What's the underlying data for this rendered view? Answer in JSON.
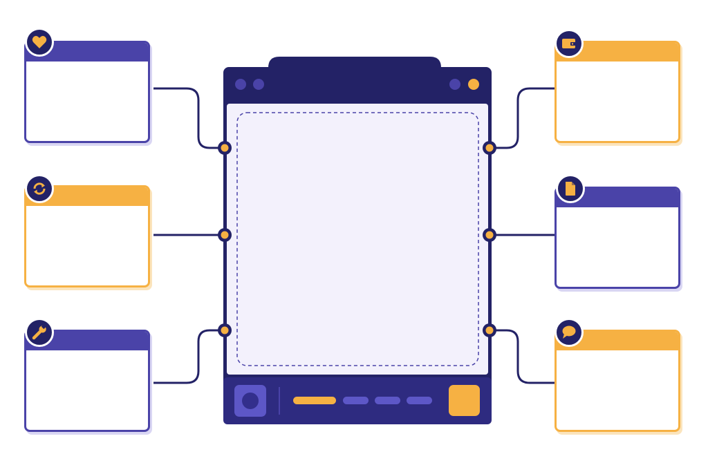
{
  "colors": {
    "navy": "#232266",
    "purple": "#4A43A8",
    "orange": "#F6B143",
    "panel": "#F3F1FC",
    "shadow_purple": "#D9D6F3",
    "shadow_orange": "#FBE4BC"
  },
  "center_device": {
    "window_dots": [
      "purple-dot",
      "purple-dot",
      "purple-dot",
      "orange-dot"
    ],
    "toolbar": {
      "home_icon": "circle-button-icon",
      "progress_segments": 4,
      "action_button": "orange-square-button"
    }
  },
  "connector_nodes": 6,
  "cards": [
    {
      "id": "top-left",
      "accent": "purple",
      "icon": "heart-icon"
    },
    {
      "id": "middle-left",
      "accent": "orange",
      "icon": "refresh-icon"
    },
    {
      "id": "bottom-left",
      "accent": "purple",
      "icon": "wrench-icon"
    },
    {
      "id": "top-right",
      "accent": "orange",
      "icon": "wallet-icon"
    },
    {
      "id": "middle-right",
      "accent": "purple",
      "icon": "document-icon"
    },
    {
      "id": "bottom-right",
      "accent": "orange",
      "icon": "chat-bubble-icon"
    }
  ]
}
